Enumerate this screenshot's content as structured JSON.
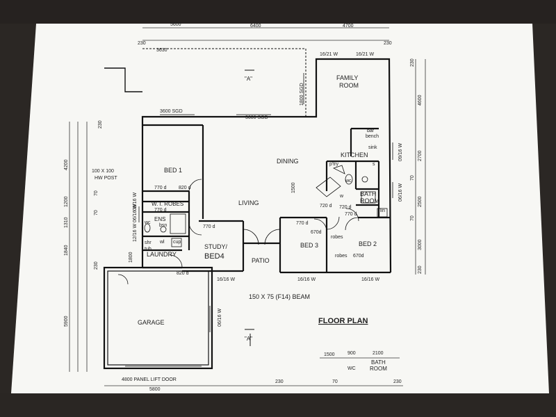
{
  "plan": {
    "title": "FLOOR PLAN",
    "beam": "150 X 75 (F14) BEAM",
    "section_marker": "\"A\"",
    "rooms": {
      "family": "FAMILY",
      "family2": "ROOM",
      "dining": "DINING",
      "kitchen": "KITCHEN",
      "bed1": "BED 1",
      "living": "LIVING",
      "study": "STUDY/",
      "bed4": "BED4",
      "bed3": "BED 3",
      "bed2": "BED 2",
      "patio": "PATIO",
      "laundry": "LAUNDRY",
      "garage": "GARAGE",
      "bath": "BATH",
      "bath2": "ROOM",
      "ens": "ENS",
      "wir": "W. I. ROBES"
    },
    "fixtures": {
      "bar": "bar",
      "bench": "bench",
      "sink": "sink",
      "pantry": "p'try",
      "wc": "wc",
      "wc1": "wc",
      "bsn": "bsn",
      "shr": "shr",
      "cup": "cup",
      "tub": "tub",
      "robes1": "robes",
      "robes2": "robes",
      "lin": "lin",
      "wl": "wl",
      "s": "s",
      "w": "w"
    },
    "doors": {
      "d_bed1": "770 d",
      "d_bed1b": "820 d",
      "d_wir": "770 d",
      "d_study": "770 d",
      "d_bed3": "770 d",
      "d_bed3b": "670d",
      "d_bed2": "670d",
      "d_720a": "720 d",
      "d_720b": "720 d",
      "d_770c": "770 d",
      "d_laundry": "820 d"
    },
    "windows": {
      "w1": "3600 SGD",
      "w2": "3600 SGD",
      "w3": "1800 SGD",
      "w4": "16/21 W",
      "w5": "16/21 W",
      "w6": "16/16 W",
      "w7": "16/16 W",
      "w8": "16/16 W",
      "w9": "09/16 W",
      "w10": "06/16 W",
      "w11": "06/16 W",
      "w12": "06/16 W",
      "w13": "12/16 W",
      "w14": "09/16 W",
      "w15": "1500"
    },
    "top_dims": {
      "d1": "5600",
      "d2": "6400",
      "d3": "4700",
      "d4": "230",
      "d5": "3630",
      "d6": "230"
    },
    "left_dims": {
      "d1": "230",
      "d2": "4200",
      "d3": "1200",
      "d4": "70",
      "d5": "1310",
      "d6": "70",
      "d7": "1840",
      "d8": "230",
      "d9": "5900",
      "d10": "1800"
    },
    "right_dims": {
      "d1": "4600",
      "d2": "2700",
      "d3": "70",
      "d4": "2500",
      "d5": "70",
      "d6": "3000",
      "d7": "230",
      "d8": "230"
    },
    "bottom_dims": {
      "d1": "5800",
      "d2": "230",
      "d3": "70",
      "d4": "230"
    },
    "post": "100 X 100",
    "post2": "HW POST",
    "garage_door": "4800 PANEL LIFT DOOR",
    "legend": {
      "d1": "1500",
      "d2": "900",
      "d3": "2100",
      "wc": "WC",
      "bath": "BATH",
      "bath2": "ROOM"
    }
  }
}
